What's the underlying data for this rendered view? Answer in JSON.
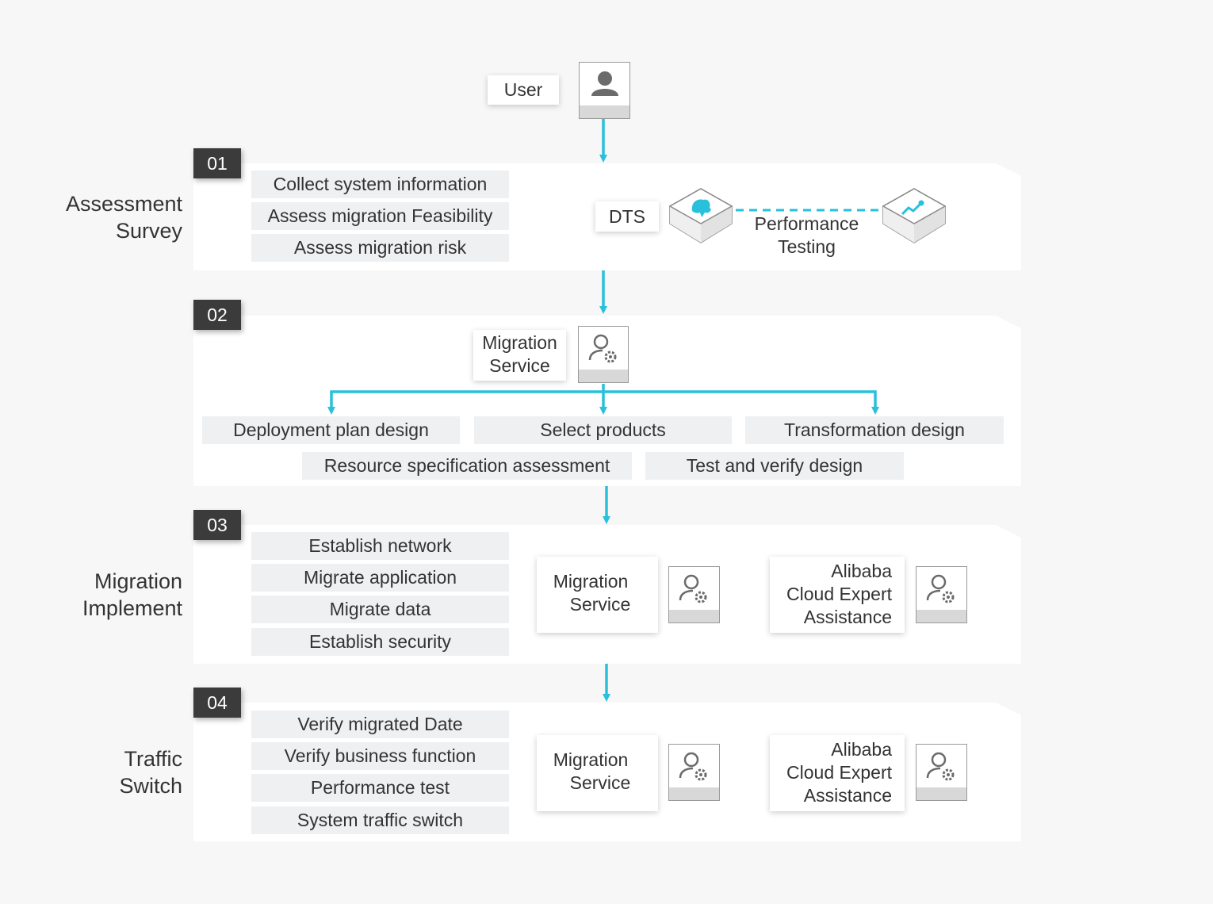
{
  "user": {
    "label": "User"
  },
  "steps": [
    {
      "number": "01",
      "title_line1": "Assessment",
      "title_line2": "Survey",
      "items": [
        "Collect system information",
        "Assess migration Feasibility",
        "Assess migration risk"
      ],
      "dts_label": "DTS",
      "perf_line1": "Performance",
      "perf_line2": "Testing"
    },
    {
      "number": "02",
      "service_line1": "Migration",
      "service_line2": "Service",
      "items": [
        "Deployment plan design",
        "Select products",
        "Transformation design",
        "Resource specification assessment",
        "Test and verify design"
      ]
    },
    {
      "number": "03",
      "title_line1": "Migration",
      "title_line2": "Implement",
      "items": [
        "Establish network",
        "Migrate application",
        "Migrate data",
        "Establish security"
      ],
      "service_line1": "Migration",
      "service_line2": "Service",
      "expert_line1": "Alibaba",
      "expert_line2": "Cloud Expert",
      "expert_line3": "Assistance"
    },
    {
      "number": "04",
      "title_line1": "Traffic",
      "title_line2": "Switch",
      "items": [
        "Verify migrated Date",
        "Verify business function",
        "Performance test",
        "System traffic switch"
      ],
      "service_line1": "Migration",
      "service_line2": "Service",
      "expert_line1": "Alibaba",
      "expert_line2": "Cloud Expert",
      "expert_line3": "Assistance"
    }
  ],
  "colors": {
    "accent": "#29c0dc",
    "badge": "#3b3b3b",
    "item_bg": "#eef0f1",
    "icon_gray": "#6b6b6b"
  }
}
